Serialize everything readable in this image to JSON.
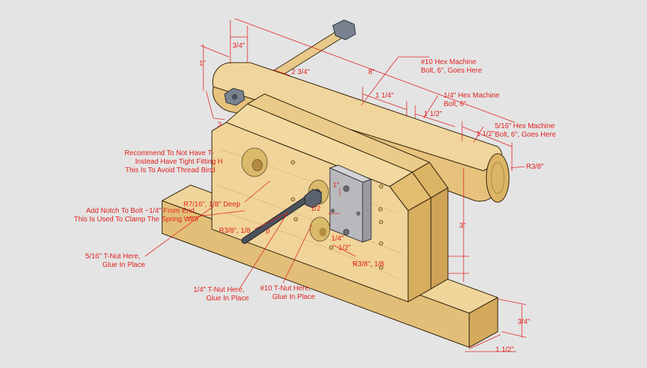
{
  "labels": {
    "dim_3_4_top": "3/4\"",
    "dim_1_top": "1\"",
    "dim_2_3_4": "2 3/4\"",
    "dim_8": "8\"",
    "dim_1_1_4": "1 1/4\"",
    "dim_1_1_2_a": "1 1/2\"",
    "dim_1_1_2_b": "1 1/2\"",
    "dim_3_left": "3",
    "dim_r3_8_right": "R3/8\"",
    "dim_3_in": "3\"",
    "dim_1_in": "1\"",
    "dim_1_2_a": "1/2",
    "dim_1_4": "1/4\"",
    "dim_1_2_b": "1/2\"",
    "dim_r7_16": "R7/16\", 1/8\" Deep",
    "dim_r3_8_mid": "R3/8\", 1/8",
    "dim_p": "p",
    "dim_r3_8_low": "R3/8\", 1/8",
    "dim_3_4_base": "3/4\"",
    "dim_1_1_2_base": "1 1/2\""
  },
  "notes": {
    "hex10_l1": "#10 Hex Machine",
    "hex10_l2": "Bolt, 6\", Goes Here",
    "hex14_l1": "1/4\" Hex Machine",
    "hex14_l2": "Bolt, 6\"",
    "hex516_l1": "5/16\" Hex Machine",
    "hex516_l2": "Bolt, 6\", Goes Here",
    "rec_l1": "Recommend To Not Have T-",
    "rec_l2": "Instead Have Tight Fitting H",
    "rec_l3": "This Is To Avoid Thread Bind",
    "notch_l1": "Add Notch To Bolt ~1/4\" From End,",
    "notch_l2": "This Is Used To Clamp The Spring Wire",
    "tnut516_l1": "5/16\" T-Nut Here,",
    "tnut516_l2": "Glue In Place",
    "tnut14_l1": "1/4\" T-Nut Here,",
    "tnut14_l2": "Glue In Place",
    "tnut10_l1": "#10 T-Nut Here,",
    "tnut10_l2": "Glue In Place"
  },
  "colors": {
    "background": "#e4e4e4",
    "annotation_red": "#e0201e",
    "wood_light": "#f2d9a0",
    "wood_mid": "#e6c27c",
    "wood_dark": "#d6ab5e",
    "steel": "#9aa2ad",
    "steel_dark": "#555d68",
    "plate": "#b9b9bd"
  }
}
